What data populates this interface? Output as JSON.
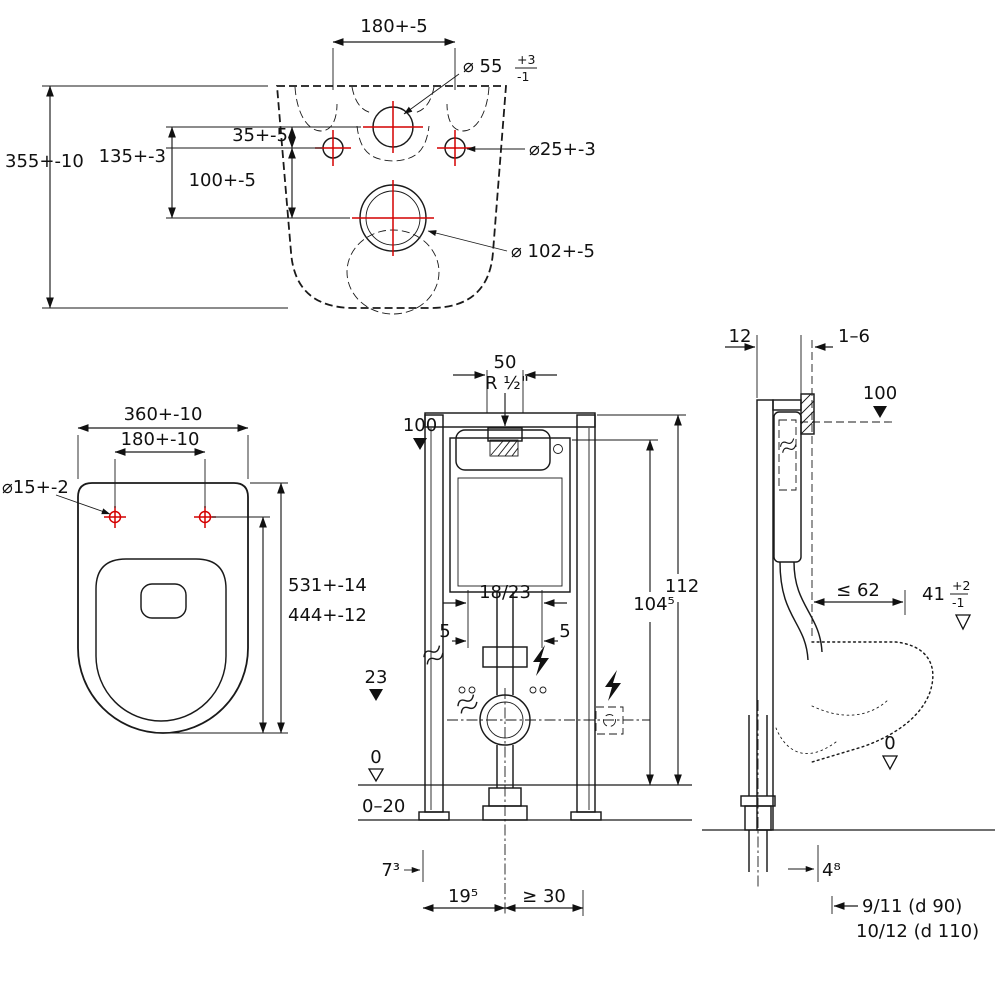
{
  "drawing_title": "Wall-hung WC and concealed cistern frame installation dimension drawing",
  "colors": {
    "line": "#1a1a1a",
    "centerline_red": "#d40000",
    "background": "#ffffff"
  },
  "rear_view": {
    "bolt_spacing": "180+-5",
    "overall_height": "355+-10",
    "dim_135": "135+-3",
    "dim_35": "35+-5",
    "dim_100": "100+-5",
    "dia55_label": "⌀ 55",
    "dia55_tol_upper": "+3",
    "dia55_tol_lower": "-1",
    "dia25_label": "⌀25+-3",
    "dia102_label": "⌀ 102+-5"
  },
  "top_view": {
    "overall_width": "360+-10",
    "hole_spacing": "180+-10",
    "hole_dia": "⌀15+-2",
    "overall_depth": "531+-14",
    "depth_to_holes": "444+-12"
  },
  "front_view": {
    "dim_50": "50",
    "thread": "R ½\"",
    "level_100": "100",
    "dim_18_23": "18/23",
    "dim_5_left": "5",
    "dim_5_right": "5",
    "level_23": "23",
    "level_0": "0",
    "floor_range": "0–20",
    "dim_7_3": "7³",
    "dim_19_5": "19⁵",
    "dim_min_30": "≥ 30",
    "dim_104_5": "104⁵",
    "dim_112": "112"
  },
  "side_view": {
    "dim_12": "12",
    "dim_1_6": "1–6",
    "level_100": "100",
    "dim_max_62": "≤ 62",
    "dim_41": "41",
    "dim_41_tol_upper": "+2",
    "dim_41_tol_lower": "-1",
    "level_0": "0",
    "dim_4_8": "4⁸",
    "outlet_option_1": "9/11  (d 90)",
    "outlet_option_2": "10/12 (d 110)"
  }
}
